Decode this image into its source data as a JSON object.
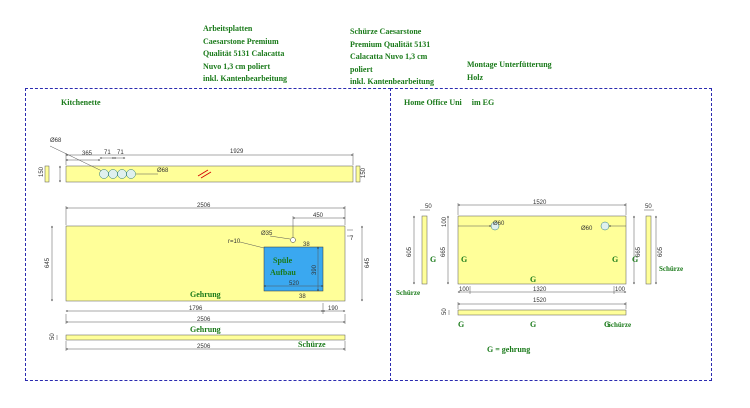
{
  "notes": {
    "countertops": [
      "Arbeitsplatten",
      "Caesarstone Premium",
      "Qualität 5131 Calacatta",
      "Nuvo 1,3 cm poliert",
      "inkl. Kantenbearbeitung"
    ],
    "backsplash": [
      "Schürze Caesarstone",
      "Premium Qualität 5131",
      "Calacatta Nuvo 1,3 cm",
      "poliert",
      "inkl. Kantenbearbeitung"
    ],
    "mounting": [
      "Montage Unterfütterung",
      "Holz"
    ]
  },
  "sections": {
    "left_title": "Kitchenette",
    "right_title": "Home Office Uni     im EG"
  },
  "kitchen_strip": {
    "d_hole": "Ø68",
    "d_hole_inner": "Ø68",
    "dim_365": "365",
    "dim_71a": "71",
    "dim_71b": "71",
    "dim_total": "1929",
    "dim_left_h": "150",
    "dim_right_h": "150"
  },
  "kitchen_top": {
    "dim_width": "2506",
    "dim_450": "450",
    "dim_r": "r=10",
    "dim_d35": "Ø35",
    "dim_h_left": "645",
    "dim_h_right": "645",
    "dim_38": "38",
    "dim_7": "7",
    "sink_label_1": "Spüle",
    "sink_label_2": "Aufbau",
    "dim_sink_h": "390",
    "dim_sink_w": "520",
    "dim_bottom": "38",
    "dim_1796": "1796",
    "dim_190": "190",
    "dim_2506_b": "2506",
    "edge_label": "Gehrung",
    "edge_label_2": "Gehrung"
  },
  "kitchen_skirt": {
    "dim_h": "50",
    "dim_w": "2506",
    "label": "Schürze"
  },
  "office_top": {
    "dim_width": "1520",
    "dim_d60_left": "Ø60",
    "dim_d60_right": "Ø60",
    "dim_h_left": "605",
    "dim_h_inner_left": "665",
    "dim_h_inner_right": "665",
    "dim_h_right": "605",
    "dim_top_small": "100",
    "dim_100_left": "100",
    "dim_1320": "1320",
    "dim_100_right": "100",
    "dim_side_left_w": "50",
    "dim_side_right_w": "50",
    "edge_g_left": "G",
    "edge_g_right": "G",
    "edge_g_bottom": "G",
    "side_label_left": "Schürze",
    "side_label_right": "Schürze",
    "side_g_left": "G",
    "side_g_right": "G"
  },
  "office_skirt": {
    "dim_w": "1520",
    "dim_h": "50",
    "g_left": "G",
    "g_center": "G",
    "g_right": "G",
    "label": "Schürze"
  },
  "legend": "G = gehrung",
  "colors": {
    "panel": "#ffff99",
    "sink": "#3aa8f0",
    "frame": "#2b2bb0",
    "text_green": "#1a7a1a",
    "cut_red": "#d40000"
  }
}
